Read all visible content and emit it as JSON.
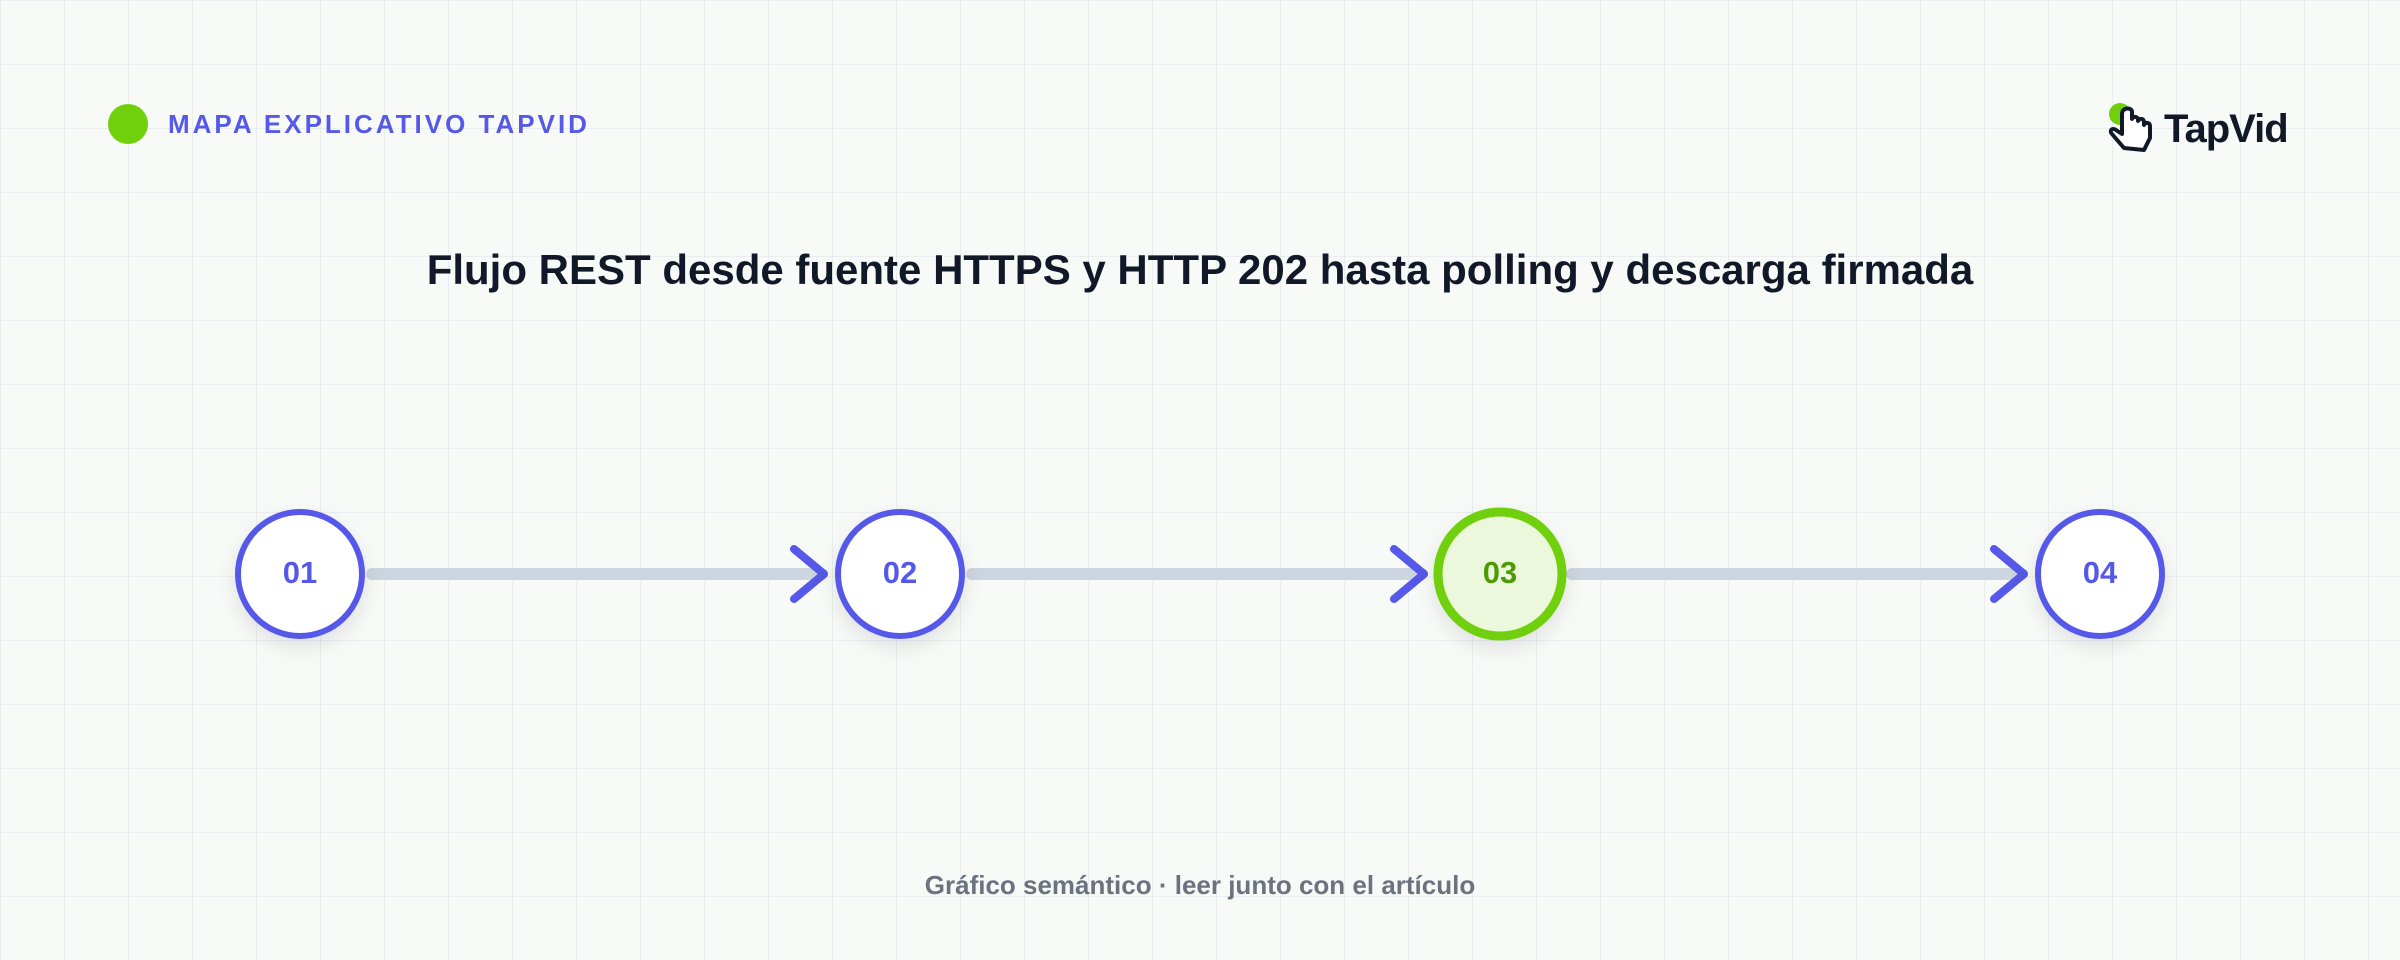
{
  "header": {
    "badge_label": "MAPA EXPLICATIVO TAPVID",
    "logo_text": "TapVid"
  },
  "title": "Flujo REST desde fuente HTTPS y HTTP 202 hasta polling y descarga firmada",
  "flow": {
    "steps": [
      {
        "label": "01",
        "active": false
      },
      {
        "label": "02",
        "active": false
      },
      {
        "label": "03",
        "active": true
      },
      {
        "label": "04",
        "active": false
      }
    ]
  },
  "footer": {
    "note": "Gráfico semántico · leer junto con el artículo"
  },
  "colors": {
    "accent": "#5558e8",
    "highlight": "#6fd00b",
    "highlight_text": "#4d9a06",
    "highlight_fill": "#ecf8dc",
    "connector": "#cdd5e0",
    "title": "#111827",
    "footer": "#6b7280",
    "node_fill": "#ffffff"
  }
}
